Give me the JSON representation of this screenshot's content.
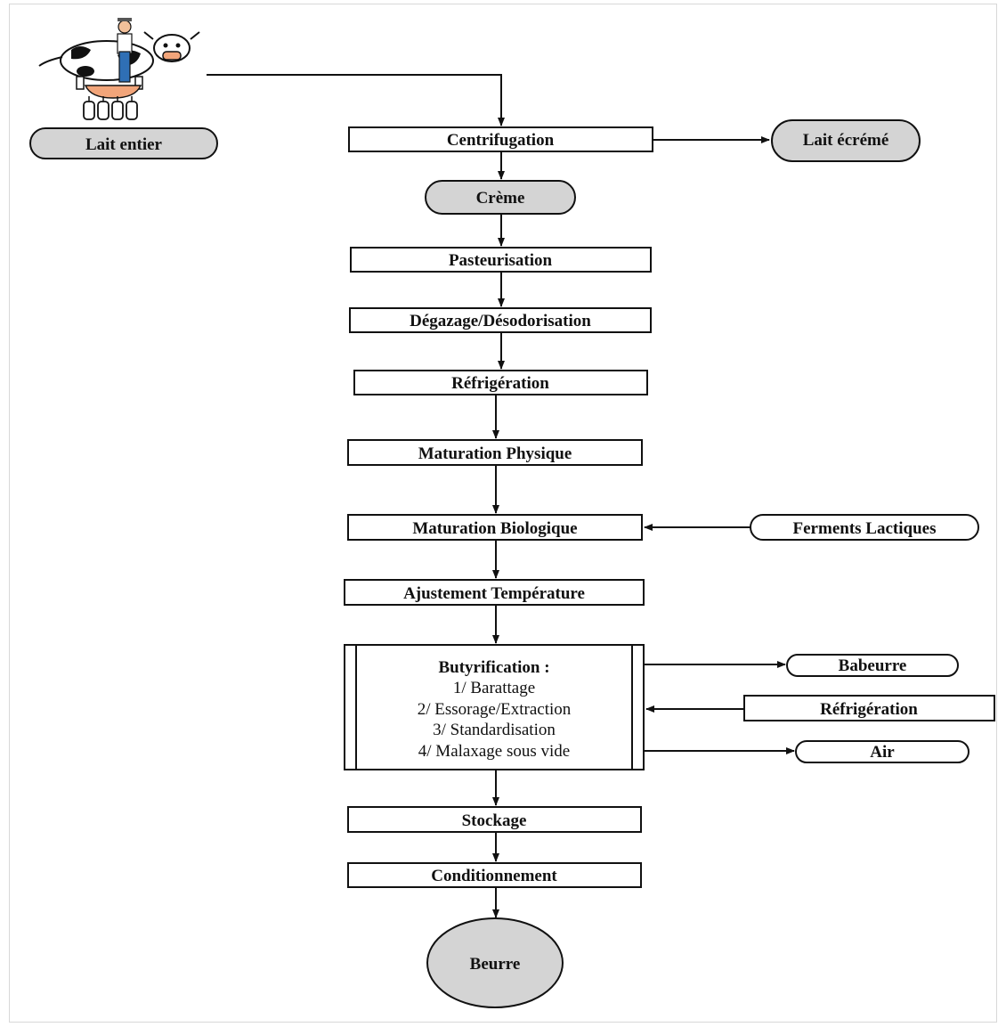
{
  "diagram": {
    "source": {
      "label": "Lait entier",
      "illustration": "cow-milking-illustration"
    },
    "steps": [
      "Centrifugation",
      "Pasteurisation",
      "Dégazage/Désodorisation",
      "Réfrigération",
      "Maturation Physique",
      "Maturation Biologique",
      "Ajustement Température",
      "Stockage",
      "Conditionnement"
    ],
    "butyrification": {
      "title": "Butyrification",
      "title_suffix": " :",
      "substeps": [
        "1/ Barattage",
        "2/ Essorage/Extraction",
        "3/ Standardisation",
        "4/ Malaxage sous vide"
      ]
    },
    "products": {
      "skim_milk": "Lait écrémé",
      "cream": "Crème",
      "butter": "Beurre"
    },
    "inputs": {
      "lactic_ferments": "Ferments Lactiques",
      "refrigeration": "Réfrigération"
    },
    "outputs": {
      "buttermilk": "Babeurre",
      "air": "Air"
    }
  }
}
